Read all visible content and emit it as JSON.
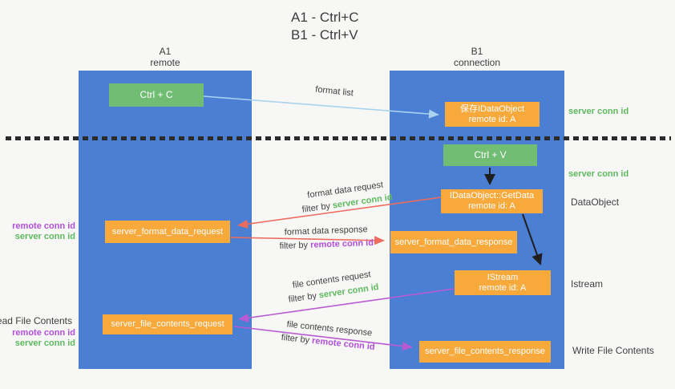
{
  "title": {
    "line1": "A1 - Ctrl+C",
    "line2": "B1 - Ctrl+V"
  },
  "columns": {
    "left": {
      "header_line1": "A1",
      "header_line2": "remote"
    },
    "right": {
      "header_line1": "B1",
      "header_line2": "connection"
    }
  },
  "boxes": {
    "ctrl_c": "Ctrl + C",
    "ctrl_v": "Ctrl + V",
    "save_idataobject": {
      "line1": "保存IDataObject",
      "line2": "remote id: A"
    },
    "getdata": {
      "line1": "IDataObject::GetData",
      "line2": "remote id: A"
    },
    "istream": {
      "line1": "IStream",
      "line2": "remote id: A"
    },
    "server_format_data_request": "server_format_data_request",
    "server_format_data_response": "server_format_data_response",
    "server_file_contents_request": "server_file_contents_request",
    "server_file_contents_response": "server_file_contents_response"
  },
  "arrow_labels": {
    "format_list": "format list",
    "format_data_request": "format data request",
    "format_data_response": "format data response",
    "file_contents_request": "file contents request",
    "file_contents_response": "file contents response",
    "filter_by": "filter by",
    "server_conn_id": "server conn id",
    "remote_conn_id": "remote conn id"
  },
  "side_labels": {
    "server_conn_id_top": "server conn id",
    "server_conn_id_mid": "server conn id",
    "dataobject": "DataObject",
    "istream": "Istream",
    "write_file_contents": "Write File Contents",
    "read_file_contents": "Read File Contents",
    "remote_conn_id_1": "remote conn id",
    "server_conn_id_1": "server conn id",
    "remote_conn_id_2": "remote conn id",
    "server_conn_id_2": "server conn id"
  },
  "colors": {
    "lane_blue": "#4b7fd3",
    "box_green": "#72bd74",
    "box_orange": "#f7a93c",
    "text_green": "#5eb95e",
    "text_purple": "#b14fd8",
    "arrow_red": "#ee6b5e",
    "arrow_purple": "#b85bd3",
    "arrow_blue": "#a9d3ee",
    "arrow_black": "#1f1f1f"
  }
}
